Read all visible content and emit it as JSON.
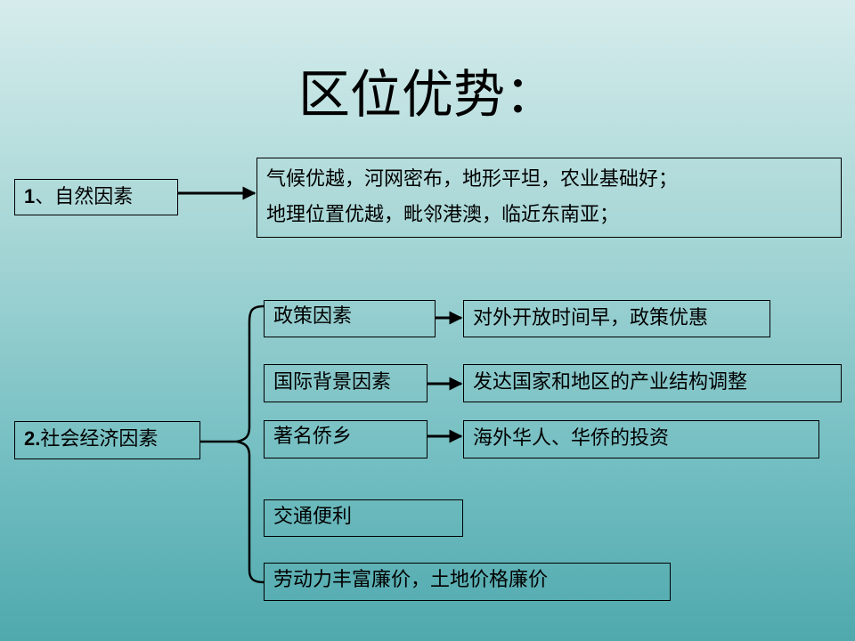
{
  "title": "区位优势：",
  "natural": {
    "number": "1",
    "label": "、自然因素",
    "details": [
      "气候优越，河网密布，地形平坦，农业基础好；",
      "地理位置优越，毗邻港澳，临近东南亚；"
    ]
  },
  "social": {
    "number": "2.",
    "label": "社会经济因素",
    "factors": [
      {
        "label": "政策因素",
        "detail": "对外开放时间早，政策优惠"
      },
      {
        "label": "国际背景因素",
        "detail": "发达国家和地区的产业结构调整"
      },
      {
        "label": "著名侨乡",
        "detail": "海外华人、华侨的投资"
      },
      {
        "label": "交通便利"
      },
      {
        "label": "劳动力丰富廉价，土地价格廉价"
      }
    ]
  }
}
